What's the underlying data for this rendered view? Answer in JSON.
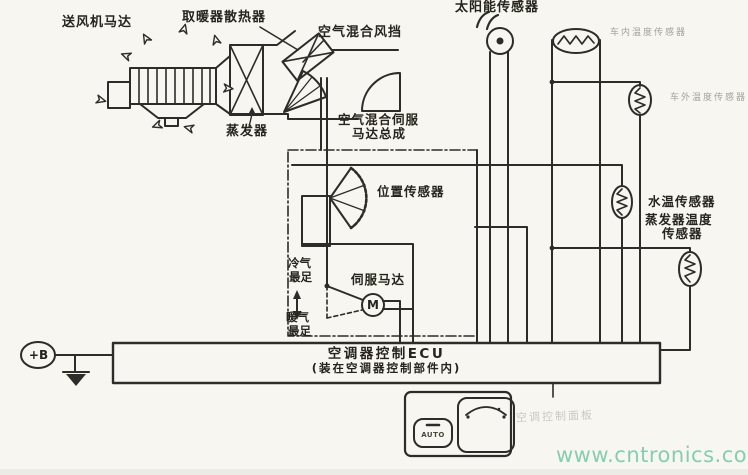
{
  "labels": {
    "blower_motor": "送风机马达",
    "heater_core": "取暖器散热器",
    "air_mix_damper": "空气混合风挡",
    "solar_sensor": "太阳能传感器",
    "in_car_temp_sensor": "车内温度传感器",
    "outside_temp_sensor": "车外温度传感器",
    "evaporator": "蒸发器",
    "air_mix_servo_line1": "空气混合伺服",
    "air_mix_servo_line2": "马达总成",
    "position_sensor": "位置传感器",
    "water_temp_sensor": "水温传感器",
    "evap_temp_sensor_line1": "蒸发器温度",
    "evap_temp_sensor_line2": "传感器",
    "cold_max_line1": "冷气",
    "cold_max_line2": "最足",
    "warm_max_line1": "暖气",
    "warm_max_line2": "最足",
    "servo_motor": "伺服马达",
    "motor_symbol": "M",
    "battery_terminal": "+B",
    "ecu_line1": "空调器控制ECU",
    "ecu_line2": "(装在空调器控制部件内)",
    "control_panel": "空调控制面板",
    "auto_button": "AUTO"
  },
  "watermark": {
    "text": "www.cntronics.com",
    "color": "#6fc9a3"
  },
  "colors": {
    "ink": "#2e2c28",
    "paper": "#f8f6f0",
    "faint_text": "#8f8c82"
  }
}
